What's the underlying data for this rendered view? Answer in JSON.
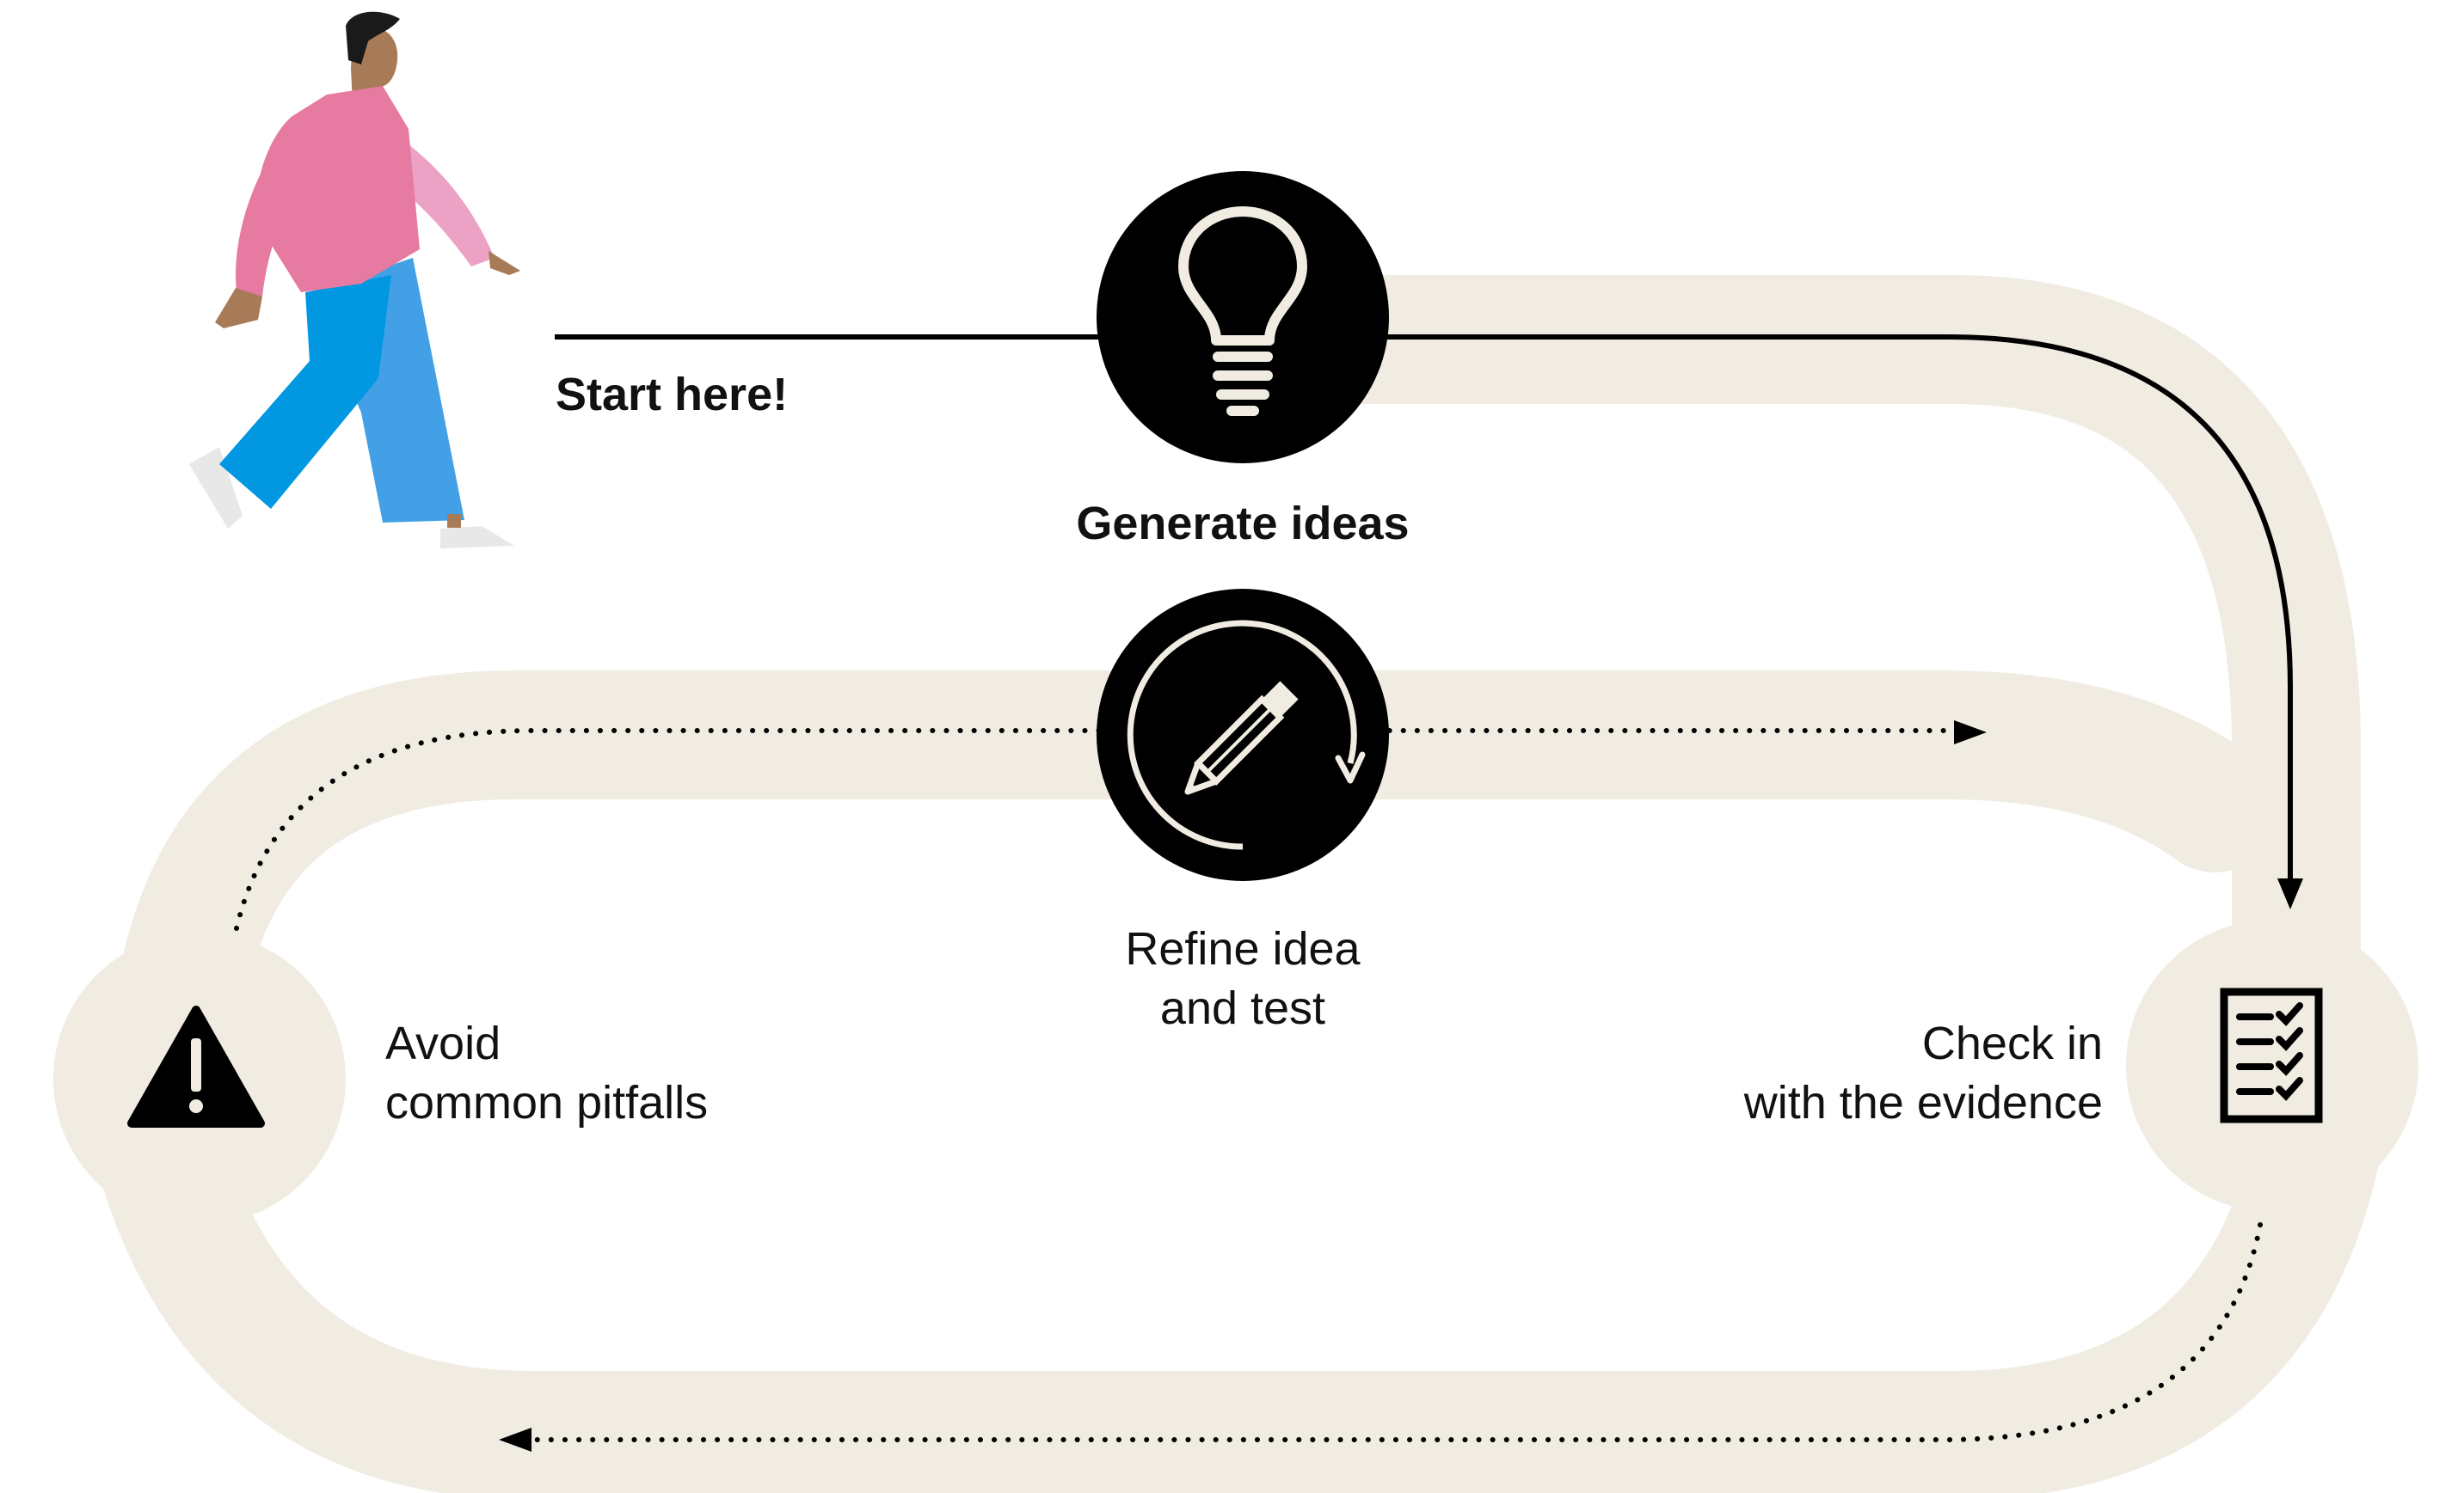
{
  "labels": {
    "start": "Start here!",
    "generate": "Generate ideas",
    "refine_line1": "Refine idea",
    "refine_line2": "and test",
    "avoid_line1": "Avoid",
    "avoid_line2": "common pitfalls",
    "check_line1": "Check in",
    "check_line2": "with the evidence"
  },
  "colors": {
    "track": "#F0ECE2",
    "node": "#000000",
    "icon": "#F0ECE2",
    "line": "#000000",
    "text": "#111111",
    "person_jacket": "#E67AA0",
    "person_sleeve": "#EBA2C4",
    "person_trousers_front": "#0198E1",
    "person_trousers_back": "#43A0E6",
    "person_skin": "#A77A58",
    "person_hair": "#1A1A1A",
    "person_shoes": "#E8E8E8"
  },
  "icons": {
    "generate": "lightbulb-icon",
    "refine": "pencil-cycle-icon",
    "avoid": "warning-icon",
    "check": "checklist-icon",
    "person": "walking-person-illustration"
  }
}
